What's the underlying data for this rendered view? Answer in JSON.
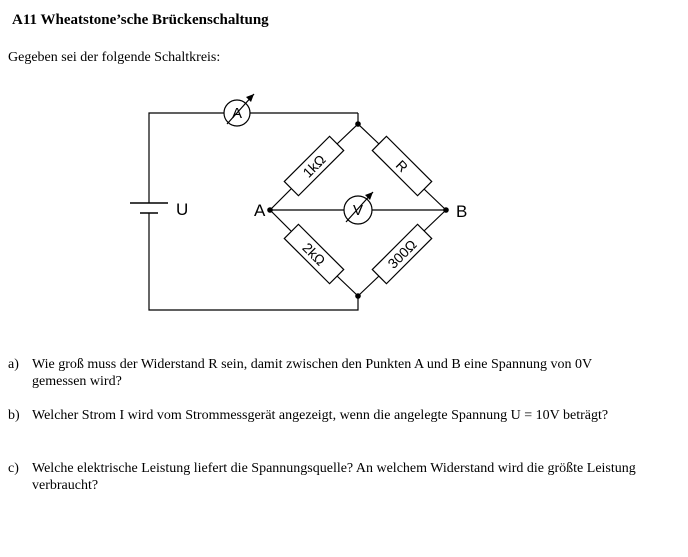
{
  "title": "A11 Wheatstone’sche Brückenschaltung",
  "intro": "Gegeben sei der folgende Schaltkreis:",
  "circuit": {
    "source_label": "U",
    "node_a": "A",
    "node_b": "B",
    "ammeter": "A",
    "voltmeter": "V",
    "r_top_left": "1kΩ",
    "r_top_right": "R",
    "r_bottom_left": "2kΩ",
    "r_bottom_right": "300Ω"
  },
  "questions": [
    {
      "marker": "a)",
      "text": "Wie groß muss der Widerstand R sein, damit zwischen den Punkten A und B eine Spannung von 0V gemessen wird?"
    },
    {
      "marker": "b)",
      "text": "Welcher Strom I wird vom Strommessgerät angezeigt, wenn die angelegte Spannung U = 10V beträgt?"
    },
    {
      "marker": "c)",
      "text": "Welche elektrische Leistung liefert die Spannungsquelle? An welchem Widerstand wird die größte Leistung verbraucht?"
    }
  ]
}
